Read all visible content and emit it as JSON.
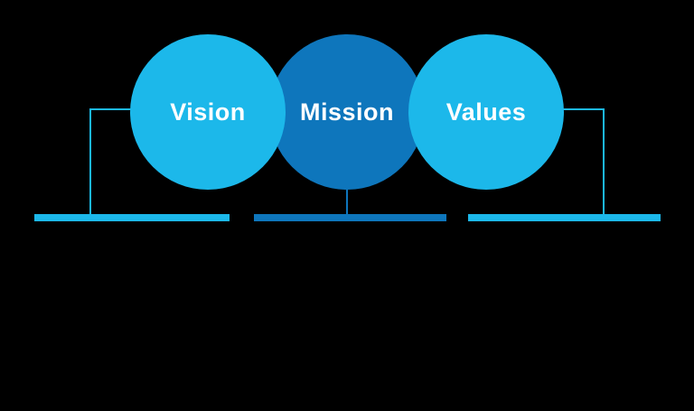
{
  "diagram": {
    "type": "three-circle-header-diagram",
    "circles": [
      {
        "label": "Vision",
        "color": "#1cb8ea",
        "text_color": "#ffffff"
      },
      {
        "label": "Mission",
        "color": "#0e76bc",
        "text_color": "#ffffff"
      },
      {
        "label": "Values",
        "color": "#1cb8ea",
        "text_color": "#ffffff"
      }
    ],
    "underline_bars": [
      {
        "for": "Vision",
        "color": "#1cb8ea"
      },
      {
        "for": "Mission",
        "color": "#0e76bc"
      },
      {
        "for": "Values",
        "color": "#1cb8ea"
      }
    ],
    "connector_colors": {
      "left": "#1cb8ea",
      "middle": "#0e76bc",
      "right": "#1cb8ea"
    },
    "background_color": "#000000"
  }
}
